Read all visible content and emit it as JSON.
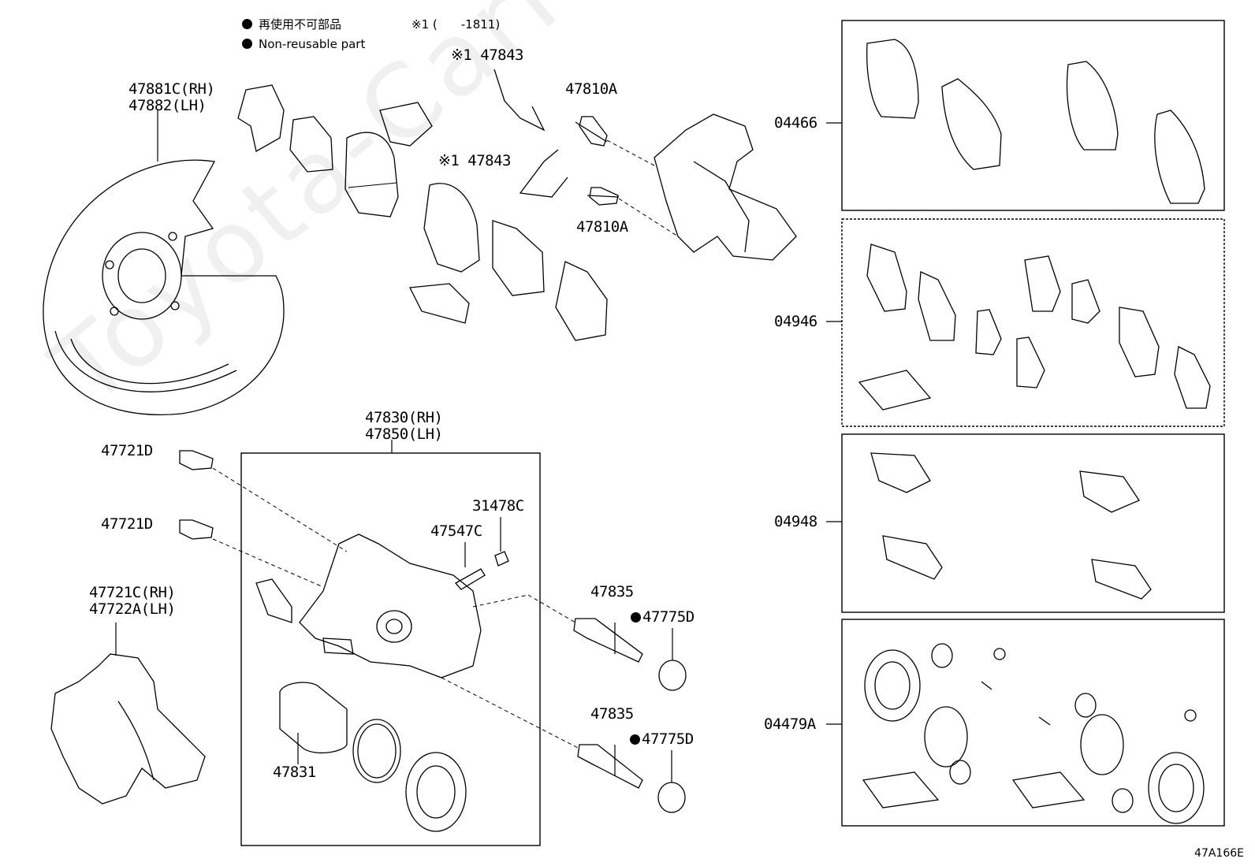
{
  "legend": {
    "jp": "再使用不可部品",
    "en": "Non-reusable part",
    "note": "※1 (　　-1811)"
  },
  "labels": {
    "shield": "47881C(RH)\n47882(LH)",
    "clip_a": "※1 47843",
    "clip_b": "※1 47843",
    "bolt_top": "47810A",
    "bolt_mid": "47810A",
    "caliper": "47830(RH)\n47850(LH)",
    "bolt_1": "47721D",
    "bolt_2": "47721D",
    "mount": "47721C(RH)\n47722A(LH)",
    "cap": "31478C",
    "bleeder": "47547C",
    "pin_1": "47835",
    "boot_1": "47775D",
    "pin_2": "47835",
    "boot_2": "47775D",
    "piston": "47831",
    "kit_pads": "04466",
    "kit_shims": "04946",
    "kit_clips": "04948",
    "kit_seal": "04479A"
  },
  "watermark": "Toyota-CarMine.ru",
  "diagram_code": "47A166E"
}
